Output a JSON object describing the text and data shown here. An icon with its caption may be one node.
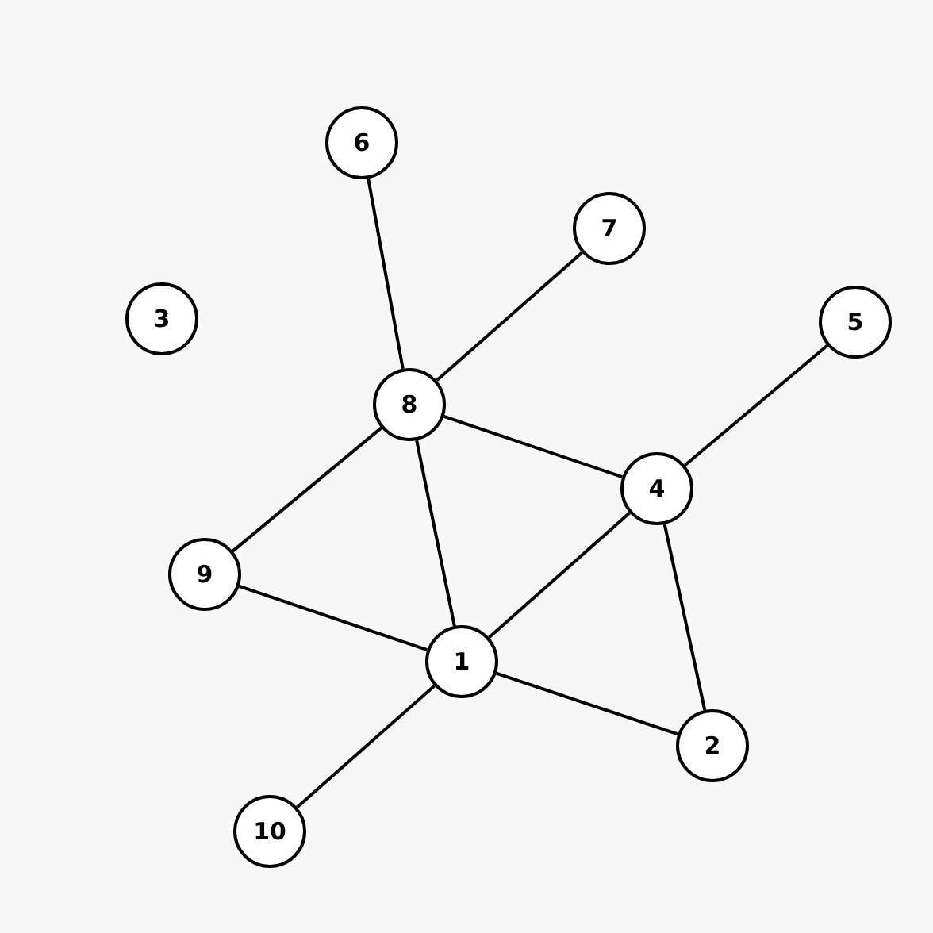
{
  "diagram": {
    "nodes": [
      {
        "text": [
          "1"
        ]
      },
      {
        "text": [
          "2"
        ]
      },
      {
        "text": [
          "3"
        ]
      },
      {
        "text": [
          "4"
        ]
      },
      {
        "text": [
          "5"
        ]
      },
      {
        "text": [
          "6"
        ]
      },
      {
        "text": [
          "7"
        ]
      },
      {
        "text": [
          "8"
        ]
      },
      {
        "text": [
          "9"
        ]
      },
      {
        "text": [
          "10"
        ]
      }
    ],
    "edges": [
      {
        "from": 5,
        "to": 7,
        "arrow": "none"
      },
      {
        "from": 6,
        "to": 7,
        "arrow": "none"
      },
      {
        "from": 7,
        "to": 3,
        "arrow": "none"
      },
      {
        "from": 7,
        "to": 8,
        "arrow": "none"
      },
      {
        "from": 7,
        "to": 0,
        "arrow": "none"
      },
      {
        "from": 3,
        "to": 4,
        "arrow": "none"
      },
      {
        "from": 3,
        "to": 0,
        "arrow": "none"
      },
      {
        "from": 3,
        "to": 1,
        "arrow": "none"
      },
      {
        "from": 8,
        "to": 0,
        "arrow": "none"
      },
      {
        "from": 0,
        "to": 1,
        "arrow": "none"
      },
      {
        "from": 0,
        "to": 9,
        "arrow": "none"
      }
    ]
  }
}
